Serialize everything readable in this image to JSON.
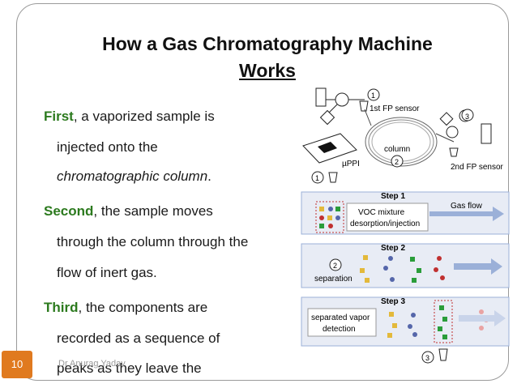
{
  "slide": {
    "title_line1": "How a Gas Chromatography Machine",
    "title_line2": "Works",
    "number": "10",
    "footer": "Dr Anurag Yadav"
  },
  "paragraphs": [
    {
      "keyword": "First",
      "rest": ", a vaporized sample is"
    },
    {
      "text": "injected onto the"
    },
    {
      "italic": "chromatographic column",
      "after": "."
    },
    {
      "keyword": "Second",
      "rest": ", the sample moves"
    },
    {
      "text": "through the column through the"
    },
    {
      "text": "flow of inert gas."
    },
    {
      "keyword": "Third",
      "rest": ", the components are"
    },
    {
      "text": "recorded as a sequence of"
    },
    {
      "text": "peaks as they leave the"
    }
  ],
  "diagram": {
    "labels": {
      "sensor1": "1st FP sensor",
      "sensor2": "2nd FP sensor",
      "column": "column",
      "uppi": "µPPI",
      "step1": "Step 1",
      "step2": "Step 2",
      "step3": "Step 3",
      "gas_flow": "Gas flow",
      "voc_line1": "VOC mixture",
      "voc_line2": "desorption/injection",
      "separation": "separation",
      "detect_line1": "separated vapor",
      "detect_line2": "detection"
    },
    "circle_numbers": [
      "1",
      "2",
      "3"
    ],
    "colors": {
      "accent": "#2c7a1e",
      "badge": "#e07a1f",
      "arrow": "#9bb0d8"
    }
  }
}
